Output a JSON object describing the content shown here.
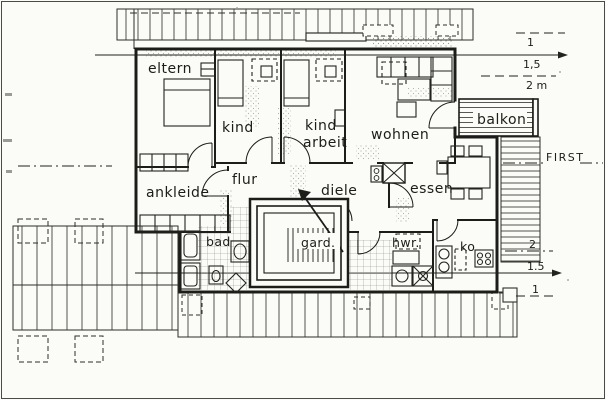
{
  "rooms": {
    "eltern": "eltern",
    "kind": "kind",
    "kind_arbeit_line1": "kind",
    "kind_arbeit_line2": "arbeit",
    "wohnen": "wohnen",
    "balkon": "balkon",
    "ankleide": "ankleide",
    "flur": "flur",
    "diele": "diele",
    "essen": "essen",
    "bad": "bad",
    "gard": "gard.",
    "hwr": "hwr.",
    "ko": "ko"
  },
  "annotations": {
    "ridge_label": "FIRST",
    "top_heights": {
      "h1": "1",
      "h1_5": "1,5",
      "h2m": "2 m"
    },
    "bottom_heights": {
      "h2": "2",
      "h1_5": "1.5",
      "h1": "1"
    }
  },
  "colors": {
    "ink": "#1c1c1a",
    "paper": "#fbfbf7"
  }
}
